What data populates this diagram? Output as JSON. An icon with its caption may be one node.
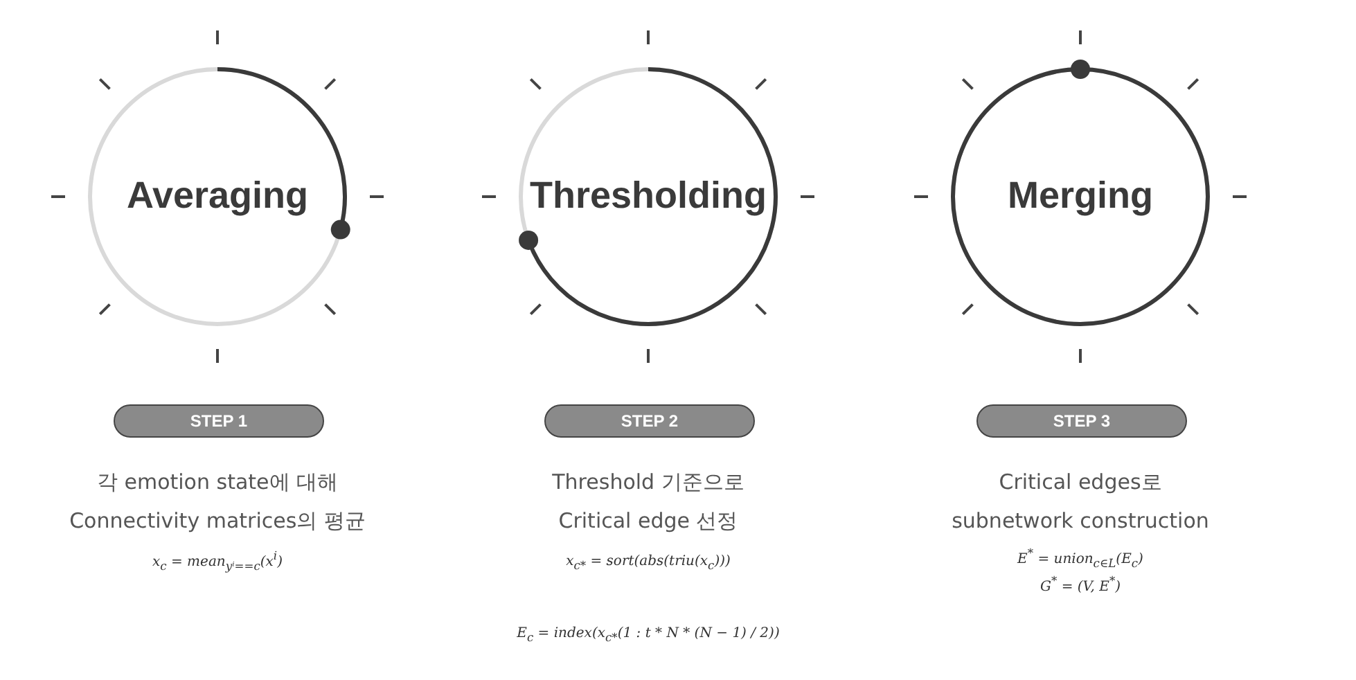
{
  "diagram": {
    "nodes": [
      {
        "text": [
          "Averaging"
        ]
      },
      {
        "text": [
          "Thresholding"
        ]
      },
      {
        "text": [
          "Merging"
        ]
      },
      {
        "text": [
          "STEP 1"
        ]
      },
      {
        "text": [
          "STEP 2"
        ]
      },
      {
        "text": [
          "STEP 3"
        ]
      }
    ],
    "edges": [],
    "labels": [
      "각 emotion state에 대해",
      "Connectivity matrices의 평균",
      "x$_{c}$ = mean$_{yⁱ==c}$(x$^{i}$)",
      "Threshold 기준으로",
      "Critical edge 선정",
      "x$_{c*}$ = sort(abs(triu(x$_{c}$)))",
      "E$_{c}$ = index(x$_{c*}$(1 : t * N * (N − 1) / 2))",
      "Critical edges로",
      "subnetwork construction",
      "E$^{*}$ = union$_{c∈L}$(E$_{c}$)",
      "G$^{*}$ = (V, E$^{*}$)"
    ]
  }
}
